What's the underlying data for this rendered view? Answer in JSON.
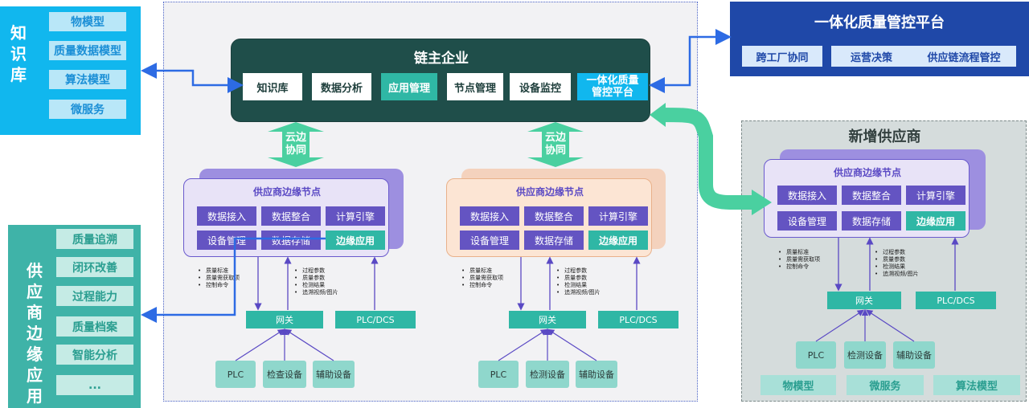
{
  "knowledge_base": {
    "title": "知识库",
    "items": [
      "物模型",
      "质量数据模型",
      "算法模型",
      "微服务"
    ]
  },
  "supplier_edge_app": {
    "title": "供应商边缘应用",
    "items": [
      "质量追溯",
      "闭环改善",
      "过程能力",
      "质量档案",
      "智能分析",
      "..."
    ]
  },
  "chain_enterprise": {
    "title": "链主企业",
    "modules": [
      "知识库",
      "数据分析",
      "应用管理",
      "节点管理",
      "设备监控",
      "一体化质量",
      "管控平台"
    ]
  },
  "cloud_edge": {
    "line1": "云边",
    "line2": "协同"
  },
  "edge_node": {
    "title": "供应商边缘节点",
    "modules": [
      "数据接入",
      "数据整合",
      "计算引擎",
      "设备管理",
      "数据存储",
      "边缘应用"
    ]
  },
  "bullets_down": [
    "质量标准",
    "质量需获取项",
    "控制命令"
  ],
  "bullets_up": [
    "过程参数",
    "质量参数",
    "检测结果",
    "追溯视频/图片"
  ],
  "gateway": "网关",
  "plc_dcs": "PLC/DCS",
  "devices_a": [
    "PLC",
    "检查设备",
    "辅助设备"
  ],
  "devices_b": [
    "PLC",
    "检测设备",
    "辅助设备"
  ],
  "platform": {
    "title": "一体化质量管控平台",
    "items": [
      "跨工厂协同",
      "运营决策",
      "供应链流程管控"
    ]
  },
  "new_supplier": {
    "title": "新增供应商",
    "footer": [
      "物模型",
      "微服务",
      "算法模型"
    ]
  },
  "colors": {
    "cyan": "#11b7ee",
    "teal": "#2fb7a5",
    "dark_teal": "#1f4e4a",
    "purple": "#6454c2",
    "blue": "#1f48a8"
  }
}
